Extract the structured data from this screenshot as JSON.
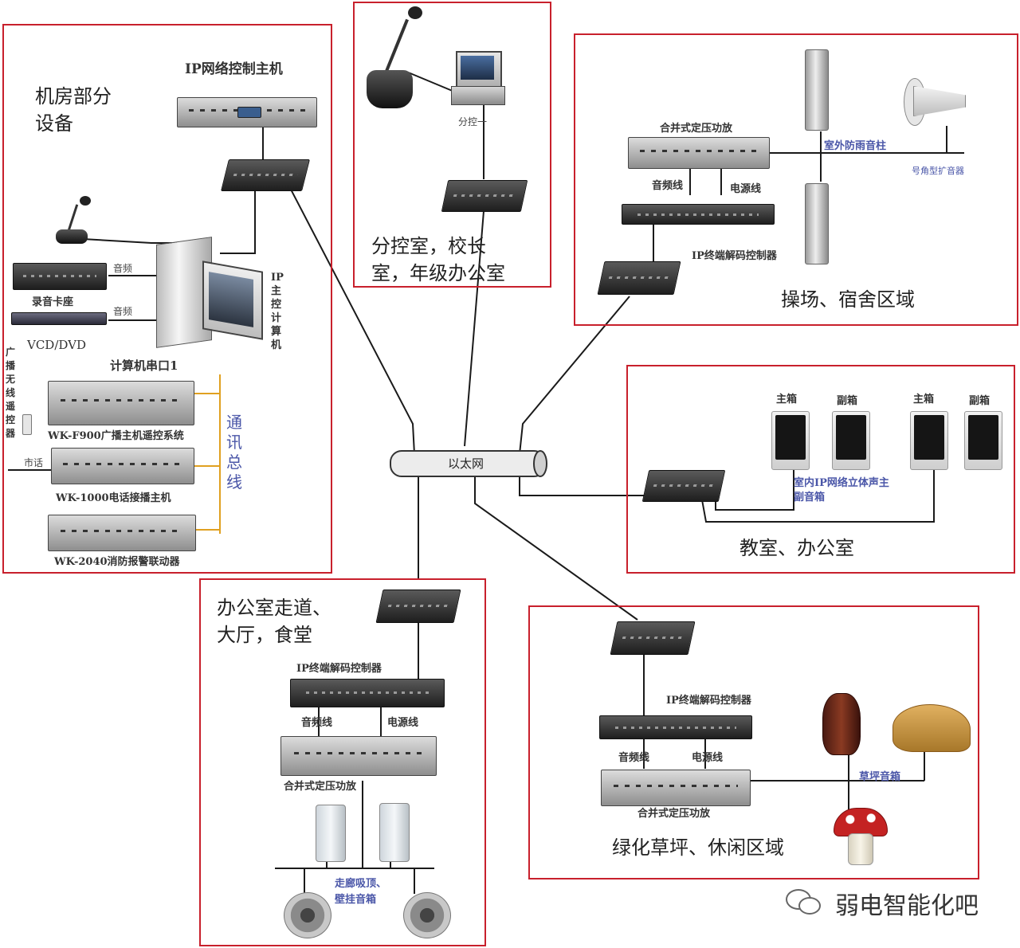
{
  "network": {
    "label": "以太网"
  },
  "machine_room": {
    "title": "机房部分\n设备",
    "main_host": "IP网络控制主机",
    "recorder": "录音卡座",
    "vcd": "VCD/DVD",
    "audio_label_1": "音频",
    "audio_label_2": "音频",
    "pc_label": "IP\n主\n控\n计\n算\n机",
    "serial_label": "计算机串口1",
    "wireless_remote": "广\n播\n无\n线\n遥\n控\n器",
    "f900": "WK-F900广播主机遥控系统",
    "phone_label": "市话",
    "wk1000": "WK-1000电话接播主机",
    "wk2040": "WK-2040消防报警联动器",
    "bus": "通\n讯\n总\n线"
  },
  "branch_control": {
    "title": "分控室，校长\n室，年级办公室",
    "branch_label": "分控一"
  },
  "playground": {
    "title": "操场、宿舍区域",
    "amp": "合并式定压功放",
    "outdoor_col": "室外防雨音柱",
    "horn": "号角型扩音器",
    "audio_line": "音频线",
    "power_line": "电源线",
    "decoder": "IP终端解码控制器"
  },
  "classroom": {
    "title": "教室、办公室",
    "main1": "主箱",
    "sub1": "副箱",
    "main2": "主箱",
    "sub2": "副箱",
    "desc": "室内IP网络立体声主\n副音箱"
  },
  "corridor": {
    "title": "办公室走道、\n大厅，食堂",
    "decoder": "IP终端解码控制器",
    "audio_line": "音频线",
    "power_line": "电源线",
    "amp": "合并式定压功放",
    "speakers": "走廊吸顶、\n壁挂音箱"
  },
  "lawn": {
    "title": "绿化草坪、休闲区域",
    "decoder": "IP终端解码控制器",
    "audio_line": "音频线",
    "power_line": "电源线",
    "lawn_spk": "草坪音箱",
    "amp": "合并式定压功放"
  },
  "watermark": "弱电智能化吧"
}
